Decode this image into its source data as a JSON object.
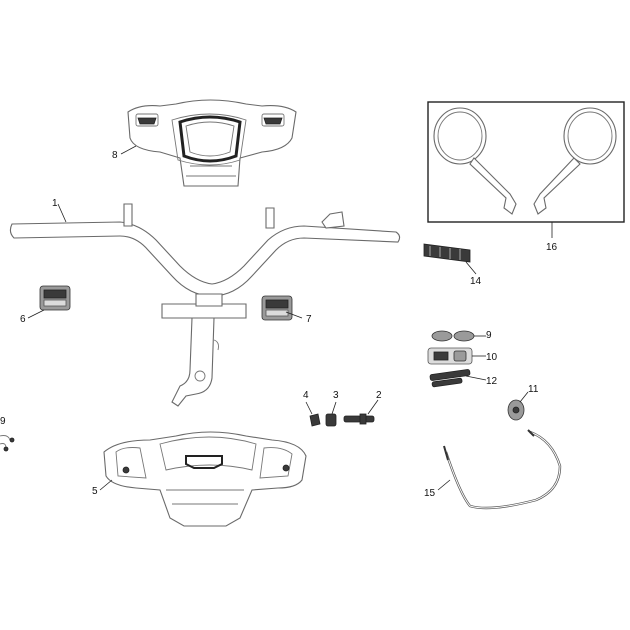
{
  "diagram": {
    "parts": [
      {
        "id": "part-1",
        "label": "1"
      },
      {
        "id": "part-2",
        "label": "2"
      },
      {
        "id": "part-3",
        "label": "3"
      },
      {
        "id": "part-4",
        "label": "4"
      },
      {
        "id": "part-5",
        "label": "5"
      },
      {
        "id": "part-6",
        "label": "6"
      },
      {
        "id": "part-7",
        "label": "7"
      },
      {
        "id": "part-8",
        "label": "8"
      },
      {
        "id": "part-9",
        "label": "9"
      },
      {
        "id": "part-9-left",
        "label": "9"
      },
      {
        "id": "part-10",
        "label": "10"
      },
      {
        "id": "part-11",
        "label": "11"
      },
      {
        "id": "part-12",
        "label": "12"
      },
      {
        "id": "part-14",
        "label": "14"
      },
      {
        "id": "part-15",
        "label": "15"
      },
      {
        "id": "part-16",
        "label": "16"
      }
    ],
    "colors": {
      "line": "#6a6a6a",
      "dark_part": "#3a3a3a",
      "label": "#111111"
    }
  }
}
